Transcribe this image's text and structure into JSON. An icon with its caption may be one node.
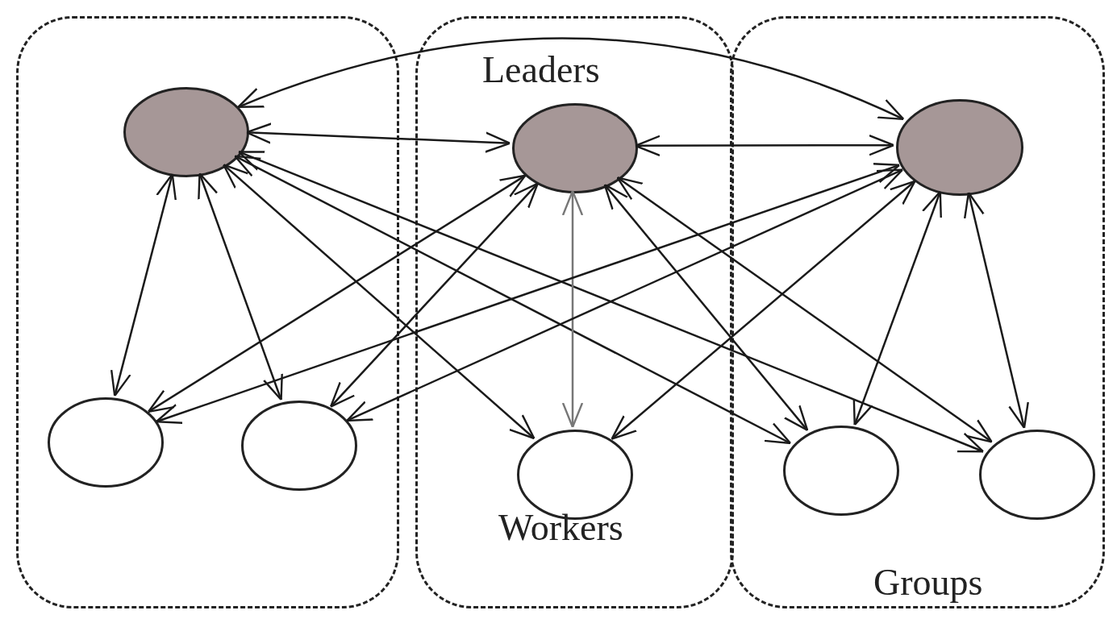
{
  "diagram": {
    "nodes": [
      {
        "text": [],
        "shape": "box"
      },
      {
        "text": [],
        "shape": "box"
      },
      {
        "text": [],
        "shape": "box"
      },
      {
        "text": [],
        "shape": "circle",
        "in": 0
      },
      {
        "text": [],
        "shape": "circle",
        "in": 1
      },
      {
        "text": [],
        "shape": "circle",
        "in": 2
      },
      {
        "text": [],
        "shape": "circle",
        "in": 0
      },
      {
        "text": [],
        "shape": "circle",
        "in": 0
      },
      {
        "text": [],
        "shape": "circle",
        "in": 1
      },
      {
        "text": [],
        "shape": "circle",
        "in": 2
      },
      {
        "text": [],
        "shape": "circle",
        "in": 2
      }
    ],
    "edges": [
      {
        "from": 3,
        "to": 5,
        "arrow": "both"
      },
      {
        "from": 3,
        "to": 4,
        "arrow": "both"
      },
      {
        "from": 4,
        "to": 5,
        "arrow": "both"
      },
      {
        "from": 3,
        "to": 6,
        "arrow": "both"
      },
      {
        "from": 3,
        "to": 7,
        "arrow": "both"
      },
      {
        "from": 3,
        "to": 8,
        "arrow": "both"
      },
      {
        "from": 3,
        "to": 9,
        "arrow": "both"
      },
      {
        "from": 3,
        "to": 10,
        "arrow": "both"
      },
      {
        "from": 4,
        "to": 6,
        "arrow": "both"
      },
      {
        "from": 4,
        "to": 7,
        "arrow": "both"
      },
      {
        "from": 4,
        "to": 8,
        "arrow": "both",
        "color": "#777777"
      },
      {
        "from": 4,
        "to": 9,
        "arrow": "both"
      },
      {
        "from": 4,
        "to": 10,
        "arrow": "both"
      },
      {
        "from": 5,
        "to": 6,
        "arrow": "both"
      },
      {
        "from": 5,
        "to": 7,
        "arrow": "both"
      },
      {
        "from": 5,
        "to": 8,
        "arrow": "both"
      },
      {
        "from": 5,
        "to": 9,
        "arrow": "both"
      },
      {
        "from": 5,
        "to": 10,
        "arrow": "both"
      }
    ],
    "labels": [
      "Leaders",
      "Workers",
      "Groups"
    ]
  }
}
